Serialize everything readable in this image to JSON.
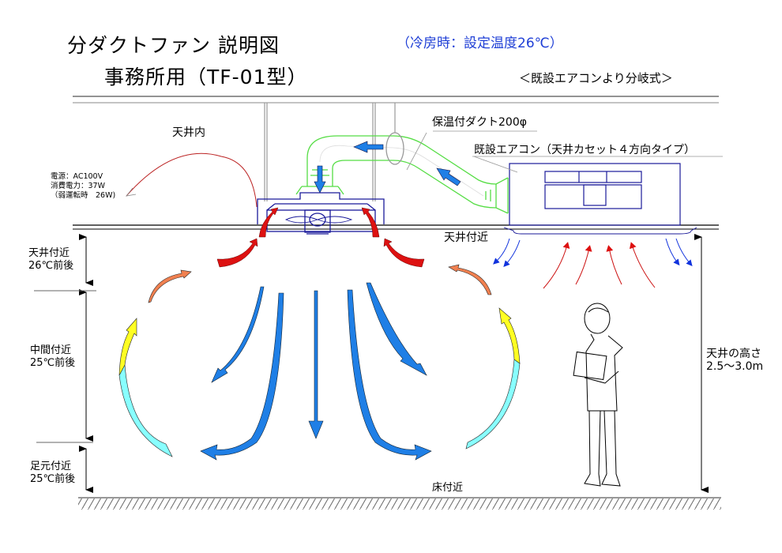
{
  "title": {
    "line1": "分ダクトファン 説明図",
    "line2": "事務所用（TF-01型）"
  },
  "condition": "（冷房時：設定温度26℃）",
  "method": "＜既設エアコンより分岐式＞",
  "labels": {
    "ceiling_space": "天井内",
    "duct": "保温付ダクト200φ",
    "existing_ac": "既設エアコン（天井カセット４方向タイプ）",
    "near_ceiling": "天井付近",
    "near_floor": "床付近",
    "ceiling_height_title": "天井の高さ",
    "ceiling_height_value": "2.5～3.0m"
  },
  "power_spec": {
    "line1": "電源：AC100V",
    "line2": "消費電力：37W",
    "line3": "（弱運転時　26W)"
  },
  "zones": [
    {
      "name": "天井付近",
      "temp": "26℃前後"
    },
    {
      "name": "中間付近",
      "temp": "25℃前後"
    },
    {
      "name": "足元付近",
      "temp": "25℃前後"
    }
  ],
  "colors": {
    "title_blue": "#1f3fd6",
    "duct_green": "#55dd44",
    "unit_navy": "#1a1a9a",
    "cool_blue": "#1f7fe6",
    "warm_red": "#dd1111",
    "orange": "#f08050",
    "yellow": "#ffff22",
    "cyan": "#88ffff"
  }
}
